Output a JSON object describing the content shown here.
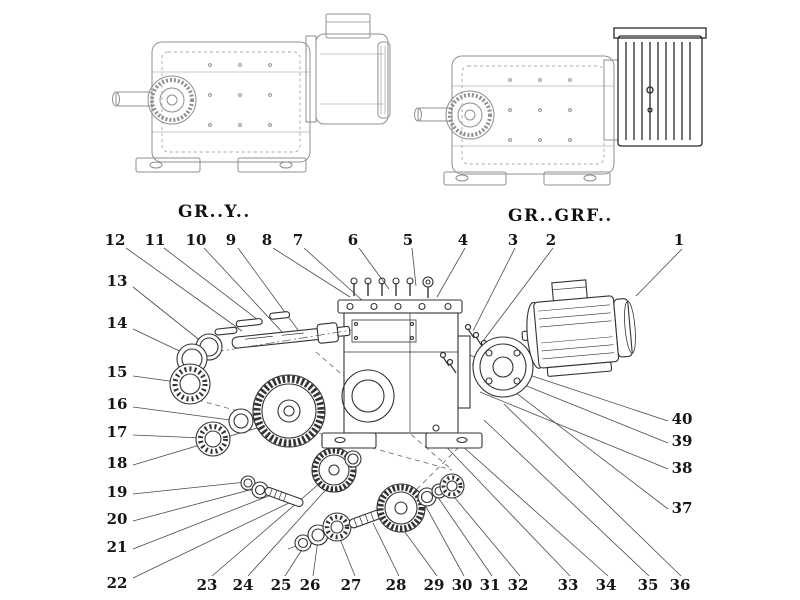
{
  "figure_titles": {
    "left": "GR..Y..",
    "right": "GR..GRF.."
  },
  "colors": {
    "ink": "#333333",
    "light_ink": "#8f8f8f",
    "background": "#ffffff"
  },
  "callouts": {
    "n1": "1",
    "n2": "2",
    "n3": "3",
    "n4": "4",
    "n5": "5",
    "n6": "6",
    "n7": "7",
    "n8": "8",
    "n9": "9",
    "n10": "10",
    "n11": "11",
    "n12": "12",
    "n13": "13",
    "n14": "14",
    "n15": "15",
    "n16": "16",
    "n17": "17",
    "n18": "18",
    "n19": "19",
    "n20": "20",
    "n21": "21",
    "n22": "22",
    "n23": "23",
    "n24": "24",
    "n25": "25",
    "n26": "26",
    "n27": "27",
    "n28": "28",
    "n29": "29",
    "n30": "30",
    "n31": "31",
    "n32": "32",
    "n33": "33",
    "n34": "34",
    "n35": "35",
    "n36": "36",
    "n37": "37",
    "n38": "38",
    "n39": "39",
    "n40": "40"
  }
}
